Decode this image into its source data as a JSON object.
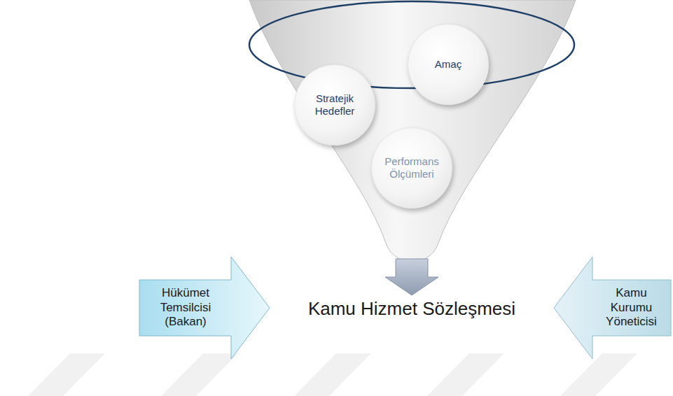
{
  "diagram": {
    "nodes": [
      {
        "text": [
          "Stratejik Hedefler"
        ]
      },
      {
        "text": [
          "Amaç"
        ]
      },
      {
        "text": [
          "Performans Ölçümleri"
        ]
      },
      {
        "text": [
          "Hükümet Temsilcisi (Bakan)"
        ]
      },
      {
        "text": [
          "Kamu Kurumu Yöneticisi"
        ]
      }
    ],
    "labels": [
      "Kamu Hizmet Sözleşmesi"
    ]
  }
}
